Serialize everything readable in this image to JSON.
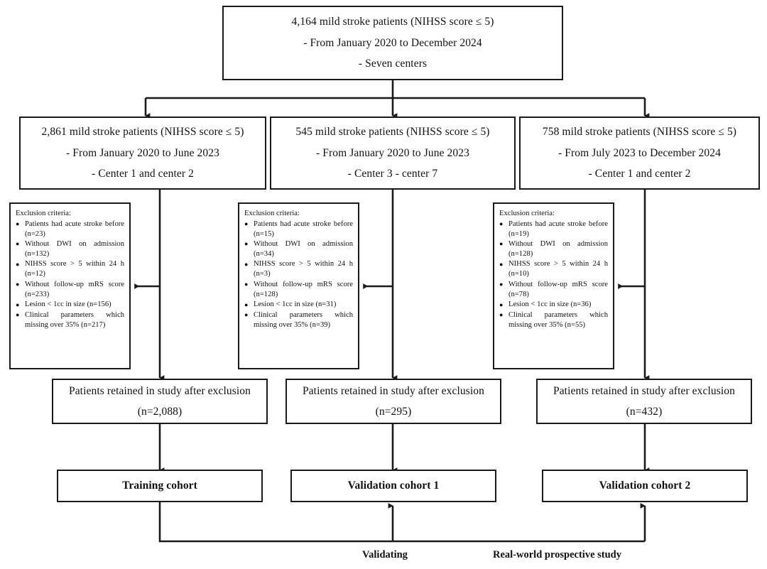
{
  "diagram": {
    "title": "Mild stroke patient study flow diagram",
    "line_color": "#1a1a1a",
    "background": "#ffffff"
  },
  "top_box": {
    "lines": [
      "4,164 mild stroke patients (NIHSS score ≤ 5)",
      "- From January 2020 to December 2024",
      "- Seven centers"
    ]
  },
  "stage_boxes": [
    {
      "lines": [
        "2,861 mild stroke patients (NIHSS score ≤ 5)",
        "- From January 2020 to June 2023",
        "- Center 1 and center 2"
      ]
    },
    {
      "lines": [
        "545 mild stroke patients (NIHSS score  ≤  5)",
        "- From January 2020 to June 2023",
        "- Center 3 -  center 7"
      ]
    },
    {
      "lines": [
        "758 mild stroke patients (NIHSS score  ≤  5)",
        "- From July 2023 to December 2024",
        "-   Center 1 and center 2"
      ]
    }
  ],
  "exclusion_boxes": [
    {
      "title": "Exclusion criteria:",
      "items": [
        "Patients had acute stroke before (n=23)",
        "Without DWI on admission (n=132)",
        "NIHSS score > 5 within 24 h (n=12)",
        "Without follow-up mRS score (n=233)",
        "Lesion < 1cc in size (n=156)",
        "Clinical parameters which missing over 35% (n=217)"
      ]
    },
    {
      "title": "Exclusion criteria:",
      "items": [
        "Patients had acute stroke before (n=15)",
        "Without DWI on admission (n=34)",
        "NIHSS score > 5 within 24 h (n=3)",
        "Without follow-up mRS score (n=128)",
        "Lesion < 1cc in size (n=31)",
        "Clinical parameters which missing over 35% (n=39)"
      ]
    },
    {
      "title": "Exclusion criteria:",
      "items": [
        "Patients had acute stroke before (n=19)",
        "Without DWI on admission (n=128)",
        "NIHSS score > 5 within 24 h (n=10)",
        "Without follow-up mRS score (n=78)",
        "Lesion < 1cc in size (n=36)",
        "Clinical parameters which missing over 35% (n=55)"
      ]
    }
  ],
  "retained_boxes": [
    {
      "lines": [
        "Patients retained in study after exclusion",
        "(n=2,088)"
      ]
    },
    {
      "lines": [
        "Patients retained in study after exclusion",
        "(n=295)"
      ]
    },
    {
      "lines": [
        "Patients retained in study after exclusion",
        "(n=432)"
      ]
    }
  ],
  "cohort_boxes": [
    {
      "label": "Training cohort"
    },
    {
      "label": "Validation cohort 1"
    },
    {
      "label": "Validation cohort 2"
    }
  ],
  "captions": [
    {
      "text": "Validating"
    },
    {
      "text": "Real-world prospective study"
    }
  ]
}
